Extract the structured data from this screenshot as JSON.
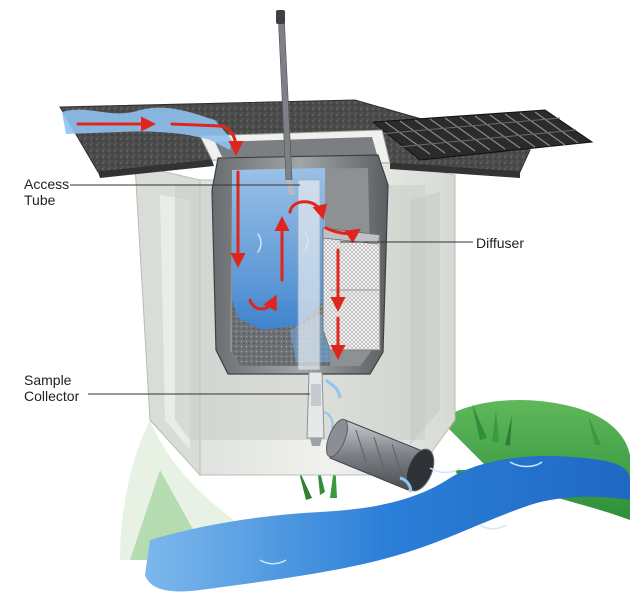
{
  "labels": {
    "access_tube": [
      "Access",
      "Tube"
    ],
    "diffuser": "Diffuser",
    "sample_collector": [
      "Sample",
      "Collector"
    ]
  },
  "colors": {
    "water": "#2f7fd6",
    "flow_arrow": "#e0261c",
    "grass": "#3a9a3c",
    "concrete": "#e9ebe8",
    "grate": "#2b2b2b",
    "asphalt": "#474747"
  },
  "components": [
    "asphalt-slab",
    "storm-grate",
    "concrete-vault",
    "filter-basket",
    "access-tube-pipe",
    "diffuser-screen",
    "sample-collector",
    "outlet-pipe",
    "stream",
    "grass"
  ]
}
